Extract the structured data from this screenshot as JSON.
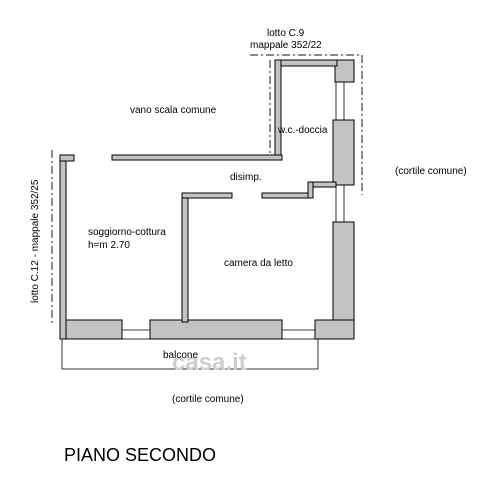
{
  "colors": {
    "wall_fill": "#c3c3c3",
    "wall_stroke": "#000000",
    "dashed_boundary": "#444444",
    "watermark": "#cfcfcf",
    "background": "#ffffff"
  },
  "labels": {
    "lot_c9": "lotto C.9",
    "mappale_c9": "mappale 352/22",
    "vano_scala": "vano scala comune",
    "wc_doccia": "w.c.-doccia",
    "cortile_right": "(cortile comune)",
    "disimp": "disimp.",
    "soggiorno": "soggiorno-cottura",
    "height": "h=m 2.70",
    "camera": "camera da letto",
    "lot_c12": "lotto C.12 - mappale 352/25",
    "balcone": "balcone",
    "cortile_bottom": "(cortile comune)",
    "watermark": "casa.it"
  },
  "title": "PIANO SECONDO"
}
